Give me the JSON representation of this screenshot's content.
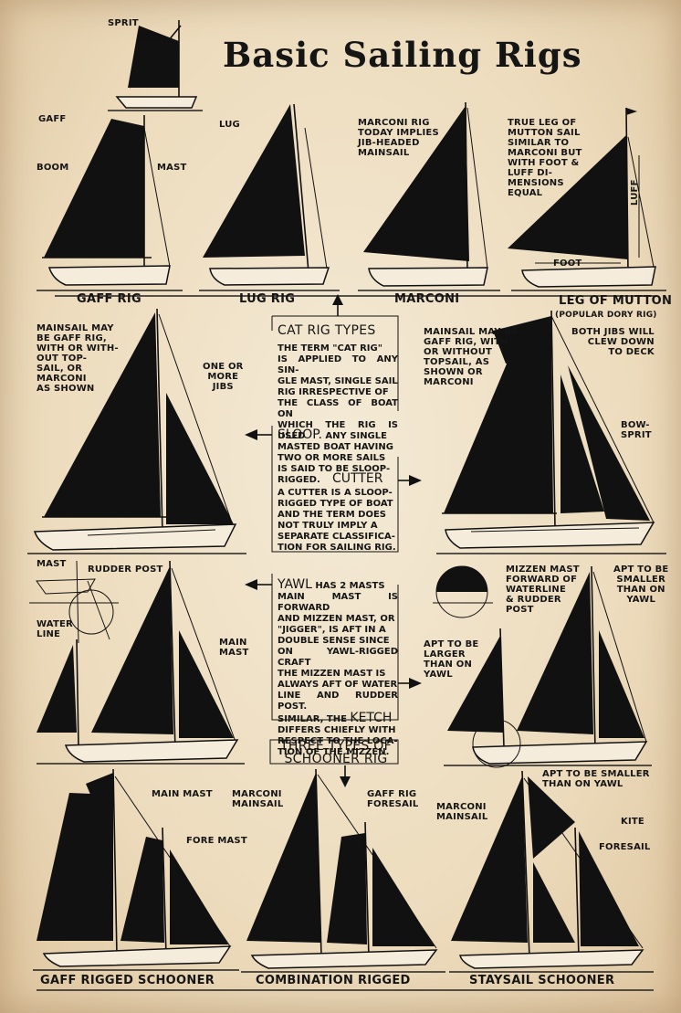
{
  "title": "Basic Sailing Rigs",
  "top_labels": {
    "sprit": "SPRIT",
    "gaff": "GAFF",
    "boom": "BOOM",
    "mast": "MAST",
    "lug": "LUG",
    "marconi_note": "MARCONI RIG\nTODAY IMPLIES\nJIB-HEADED\nMAINSAIL",
    "mutton_note": "TRUE LEG OF\nMUTTON SAIL\nSIMILAR TO\nMARCONI BUT\nWITH FOOT &\nLUFF DI-\nMENSIONS\nEQUAL",
    "luff": "LUFF",
    "foot": "FOOT"
  },
  "rig_captions": {
    "gaff_rig": "GAFF RIG",
    "lug_rig": "LUG RIG",
    "marconi": "MARCONI",
    "leg_of_mutton": "LEG OF MUTTON",
    "popular_dory": "(POPULAR DORY RIG)"
  },
  "cat_rig": {
    "heading": "CAT RIG TYPES",
    "text": "THE TERM \"CAT RIG\"\nIS APPLIED TO ANY SIN-\nGLE MAST, SINGLE SAIL\nRIG IRRESPECTIVE OF\nTHE CLASS OF BOAT ON\nWHICH THE RIG IS USED"
  },
  "sloop_labels": {
    "mainsail_note": "MAINSAIL MAY\nBE GAFF RIG,\nWITH OR WITH-\nOUT TOP-\nSAIL, OR\nMARCONI\nAS SHOWN",
    "jibs": "ONE OR\nMORE\nJIBS"
  },
  "sloop_box": {
    "sloop_word": "SLOOP.",
    "sloop_text": " ANY SINGLE\nMASTED BOAT HAVING\nTWO OR MORE SAILS\nIS SAID TO BE SLOOP-\nRIGGED.",
    "cutter_word": "CUTTER",
    "cutter_text": "A CUTTER IS A SLOOP-\nRIGGED TYPE OF BOAT\nAND THE TERM DOES\nNOT TRULY IMPLY A\nSEPARATE CLASSIFICA-\nTION FOR SAILING RIG."
  },
  "cutter_labels": {
    "mainsail_note": "MAINSAIL MAY BE\nGAFF RIG, WITH\nOR WITHOUT\nTOPSAIL, AS\nSHOWN OR\nMARCONI",
    "jibs_note": "BOTH JIBS WILL\nCLEW DOWN\nTO DECK",
    "bowsprit": "BOW-\nSPRIT"
  },
  "yawl_labels": {
    "mast": "MAST",
    "rudder_post": "RUDDER POST",
    "water_line": "WATER\nLINE",
    "main_mast": "MAIN\nMAST"
  },
  "yawl_box": {
    "yawl_word": "YAWL",
    "yawl_text": " HAS 2 MASTS\nMAIN MAST IS FORWARD\nAND MIZZEN MAST, OR\n\"JIGGER\", IS AFT IN A\nDOUBLE SENSE SINCE\nON YAWL-RIGGED CRAFT\nTHE MIZZEN MAST IS\nALWAYS AFT OF WATER\nLINE AND RUDDER POST.\nSIMILAR, THE",
    "ketch_word": "KETCH",
    "ketch_text": "\nDIFFERS CHIEFLY WITH\nRESPECT TO THE LOCA-\nTION OF THE MIZZEN."
  },
  "ketch_labels": {
    "mizzen_note": "MIZZEN MAST\nFORWARD OF\nWATERLINE\n& RUDDER\nPOST",
    "apt_smaller": "APT TO BE\nSMALLER\nTHAN ON\nYAWL",
    "apt_larger": "APT TO BE\nLARGER\nTHAN ON\nYAWL",
    "apt_smaller_bottom": "APT TO BE SMALLER\nTHAN ON YAWL"
  },
  "schooner": {
    "heading": "THREE TYPES OF\nSCHOONER RIG",
    "main_mast": "MAIN MAST",
    "fore_mast": "FORE MAST",
    "marconi_mainsail_1": "MARCONI\nMAINSAIL",
    "gaff_foresail": "GAFF RIG\nFORESAIL",
    "marconi_mainsail_2": "MARCONI\nMAINSAIL",
    "kite": "KITE",
    "foresail": "FORESAIL"
  },
  "bottom_captions": {
    "gaff_schooner": "GAFF RIGGED SCHOONER",
    "combination": "COMBINATION RIGGED",
    "staysail": "STAYSAIL SCHOONER"
  },
  "colors": {
    "ink": "#111111",
    "paper": "#efe0c4"
  }
}
